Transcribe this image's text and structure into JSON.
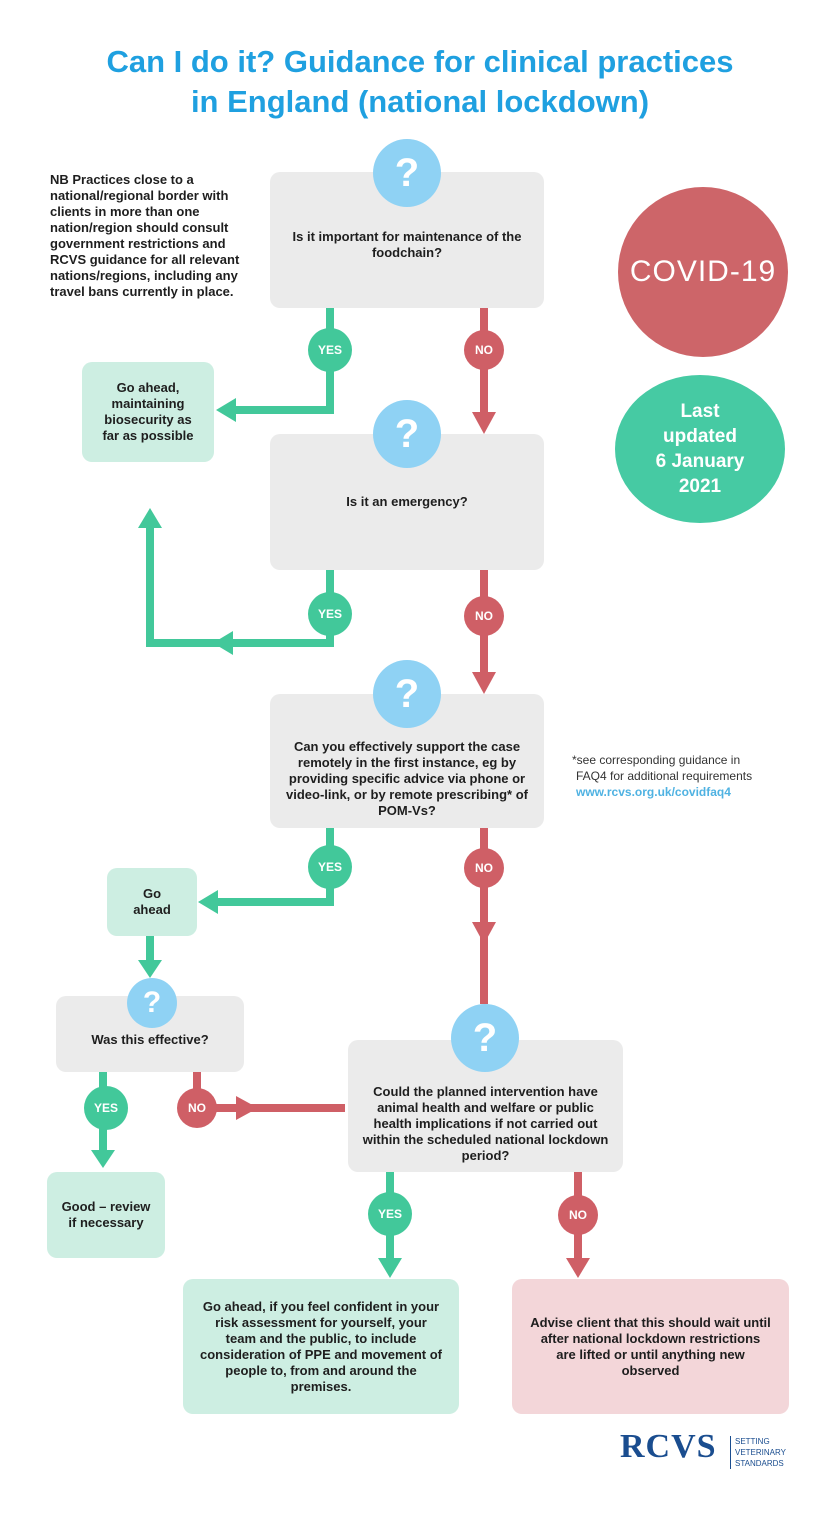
{
  "title": {
    "line1": "Can I do it? Guidance for clinical practices",
    "line2": "in England (national lockdown)"
  },
  "note": "NB Practices close to a national/regional border with clients in more than one nation/region should consult government restrictions and RCVS guidance for all relevant nations/regions, including any travel bans currently in place.",
  "badges": {
    "covid": "COVID-19",
    "updated": [
      "Last",
      "updated",
      "6 January",
      "2021"
    ]
  },
  "question_glyph": "?",
  "questions": {
    "q1": "Is it important for maintenance of the foodchain?",
    "q2": "Is it an emergency?",
    "q3": "Can you effectively support the case remotely in the first instance, eg by providing specific advice via phone or video-link, or by remote prescribing* of POM-Vs?",
    "q4": "Was this effective?",
    "q5": "Could the planned intervention have animal health and welfare or public health implications if not carried out within the scheduled national lockdown period?"
  },
  "outcomes": {
    "go_ahead_biosecurity": "Go ahead, maintaining biosecurity as far as possible",
    "go_ahead": "Go ahead",
    "good_review": "Good – review if necessary",
    "go_ahead_confident": "Go ahead, if you feel confident in your risk assessment for yourself, your team and the public, to include consideration of PPE and movement of people to, from and around the premises.",
    "advise_client": "Advise client that this should wait until after national lockdown restrictions are lifted or until anything new observed"
  },
  "labels": {
    "yes": "YES",
    "no": "NO"
  },
  "footnote": {
    "line1": "*see corresponding guidance in",
    "line2": "FAQ4 for additional requirements",
    "link": "www.rcvs.org.uk/covidfaq4"
  },
  "logo": {
    "name": "RCVS",
    "tagline": [
      "SETTING",
      "VETERINARY",
      "STANDARDS"
    ]
  },
  "colors": {
    "title": "#1fa0e0",
    "yes": "#42c89a",
    "no": "#cf5f66",
    "question_icon": "#8fd2f4",
    "question_box": "#ebebeb",
    "green_box": "#cdeee2",
    "pink_box": "#f3d6d9"
  }
}
